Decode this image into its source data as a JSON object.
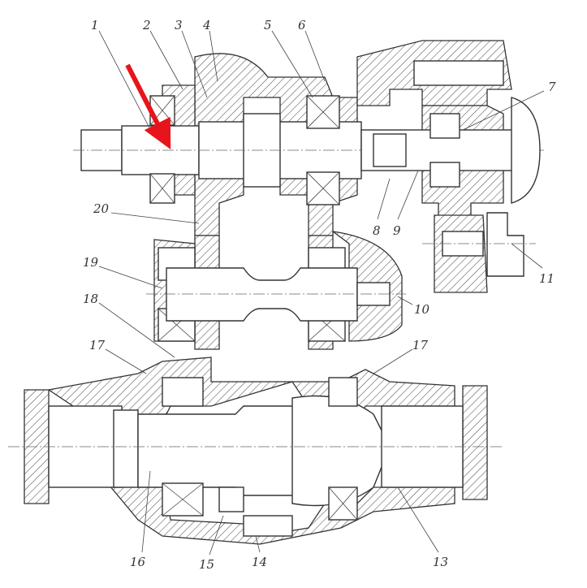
{
  "drawing": {
    "title": "Gearbox assembly sectional drawing",
    "labels": {
      "p1": "1",
      "p2": "2",
      "p3": "3",
      "p4": "4",
      "p5": "5",
      "p6": "6",
      "p7": "7",
      "p8": "8",
      "p9": "9",
      "p10": "10",
      "p11": "11",
      "p13": "13",
      "p14": "14",
      "p15": "15",
      "p16": "16",
      "p17a": "17",
      "p17b": "17",
      "p18": "18",
      "p19": "19",
      "p20": "20"
    },
    "annotation_color": "#e8141c"
  }
}
